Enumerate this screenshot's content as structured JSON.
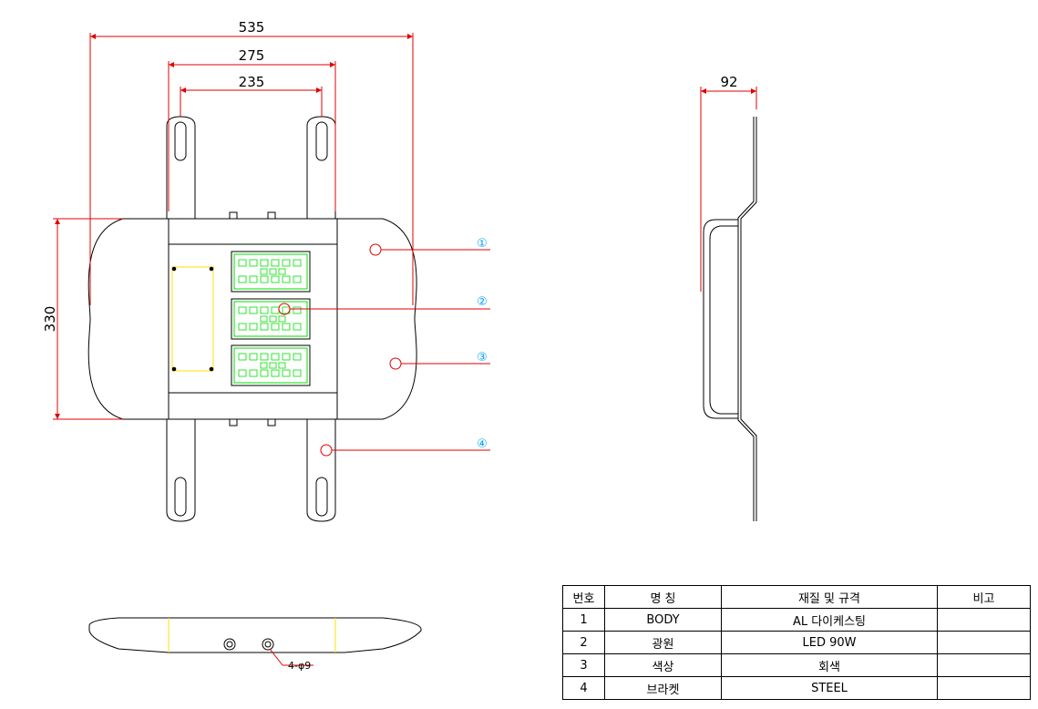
{
  "dimensions": {
    "overall_width": "535",
    "bracket_outer": "275",
    "bracket_inner": "235",
    "height": "330",
    "depth": "92"
  },
  "callouts": [
    "①",
    "②",
    "③",
    "④"
  ],
  "hole_note": "4-φ9",
  "parts_table": {
    "headers": [
      "번호",
      "명   칭",
      "재질 및 규격",
      "비고"
    ],
    "rows": [
      [
        "1",
        "BODY",
        "AL 다이케스팅",
        ""
      ],
      [
        "2",
        "광원",
        "LED 90W",
        ""
      ],
      [
        "3",
        "색상",
        "회색",
        ""
      ],
      [
        "4",
        "브라켓",
        "STEEL",
        ""
      ]
    ]
  },
  "colors": {
    "dimension": "#e00000",
    "callout": "#00a0ff",
    "led_module": "#00e000",
    "panel": "#ffe000",
    "outline": "#000000"
  }
}
